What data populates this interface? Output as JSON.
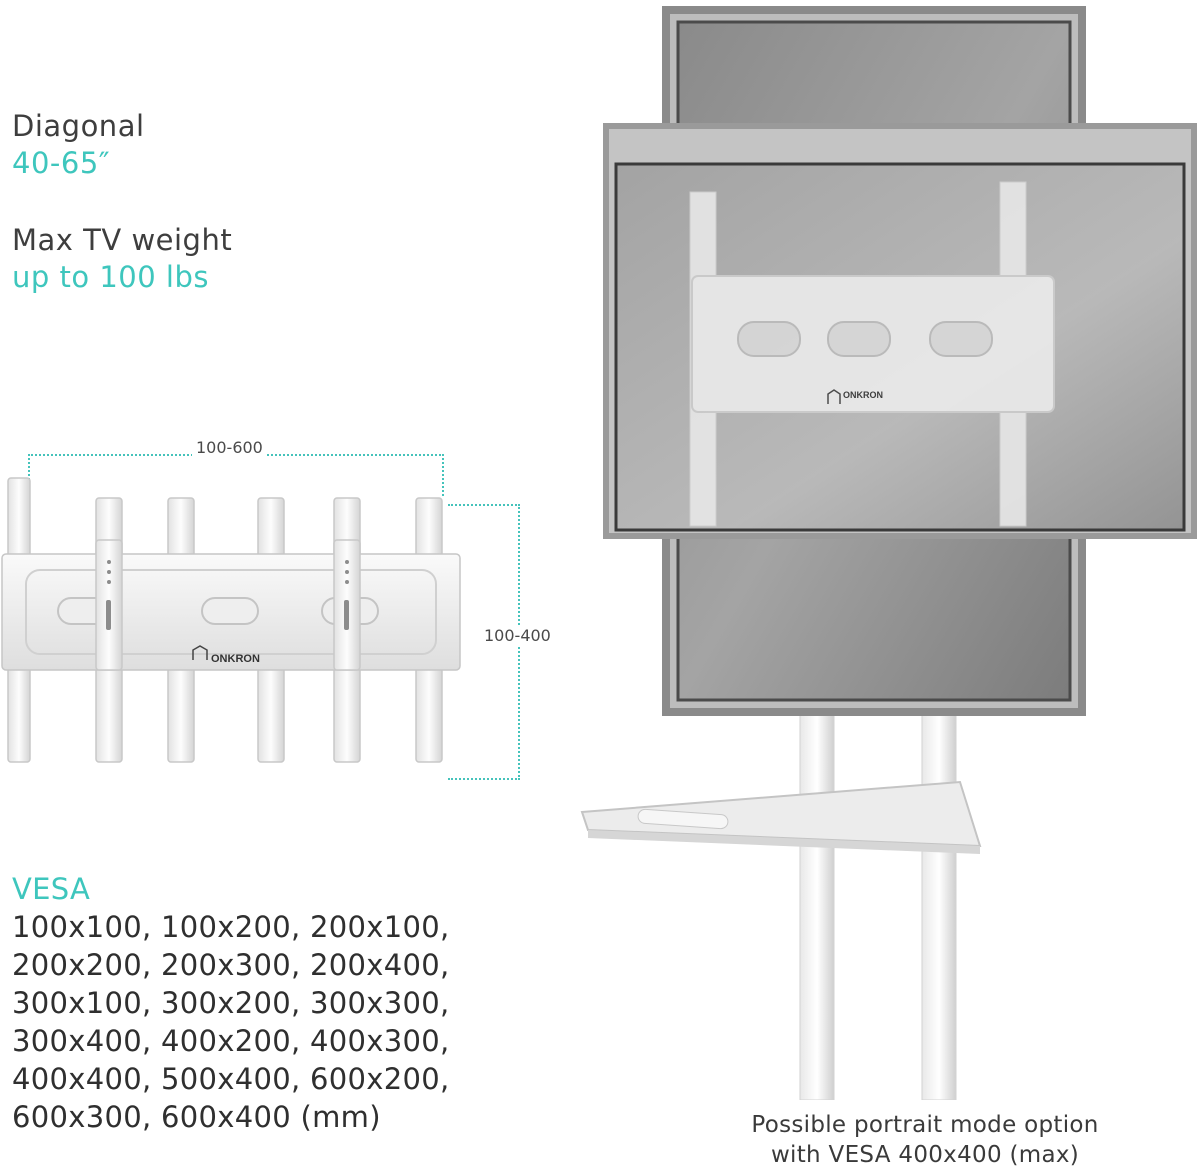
{
  "specs": {
    "diagonal": {
      "label": "Diagonal",
      "value": "40-65″"
    },
    "weight": {
      "label": "Max TV weight",
      "value": "up to 100 lbs"
    }
  },
  "dimensions": {
    "horizontal": "100-600",
    "vertical": "100-400"
  },
  "brand": {
    "logo_text": "ONKRON"
  },
  "vesa": {
    "title": "VESA",
    "lines": [
      "100x100, 100x200, 200x100,",
      "200x200, 200x300, 200x400,",
      "300x100, 300x200, 300x300,",
      "300x400, 400x200, 400x300,",
      "400x400, 500x400, 600x200,",
      "600x300, 600x400  (mm)"
    ]
  },
  "caption": {
    "line1": "Possible portrait mode option",
    "line2": "with VESA 400x400 (max)"
  },
  "colors": {
    "accent": "#3ec6bd",
    "text": "#3a3a3a",
    "frame": "#8a8a8a"
  }
}
